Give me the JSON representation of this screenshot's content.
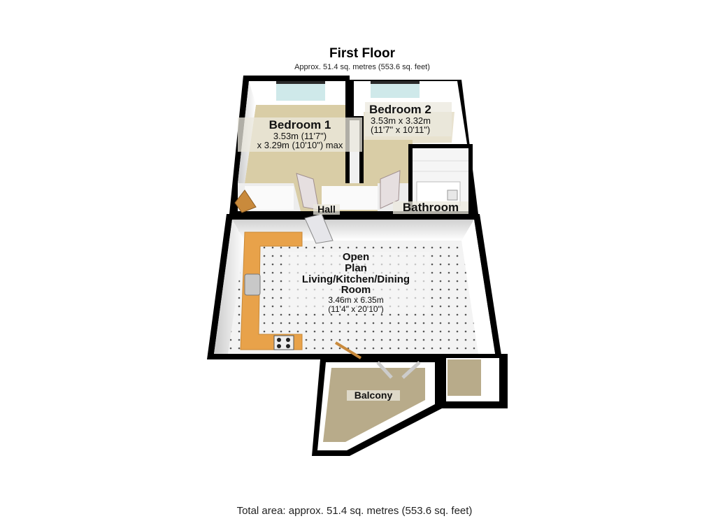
{
  "header": {
    "title": "First Floor",
    "subtitle": "Approx. 51.4 sq. metres (553.6 sq. feet)"
  },
  "rooms": {
    "bedroom1": {
      "name": "Bedroom 1",
      "dim1": "3.53m (11'7\")",
      "dim2": "x 3.29m (10'10\") max"
    },
    "bedroom2": {
      "name": "Bedroom 2",
      "dim1": "3.53m x 3.32m",
      "dim2": "(11'7\" x 10'11\")"
    },
    "hall": {
      "name": "Hall"
    },
    "bathroom": {
      "name": "Bathroom"
    },
    "living": {
      "name_lines": [
        "Open",
        "Plan",
        "Living/Kitchen/Dining",
        "Room"
      ],
      "dim1": "3.46m x 6.35m",
      "dim2": "(11'4\" x 20'10\")"
    },
    "balcony": {
      "name": "Balcony"
    }
  },
  "footer": {
    "total": "Total area: approx. 51.4 sq. metres (553.6 sq. feet)"
  },
  "colors": {
    "wall": "#000000",
    "inner_wall": "#f2f2f2",
    "carpet": "#d9cda6",
    "balcony_floor": "#b8ab8a",
    "tile": "#f0f0f0",
    "counter": "#e8a24a",
    "window": "#cfe9ea"
  }
}
